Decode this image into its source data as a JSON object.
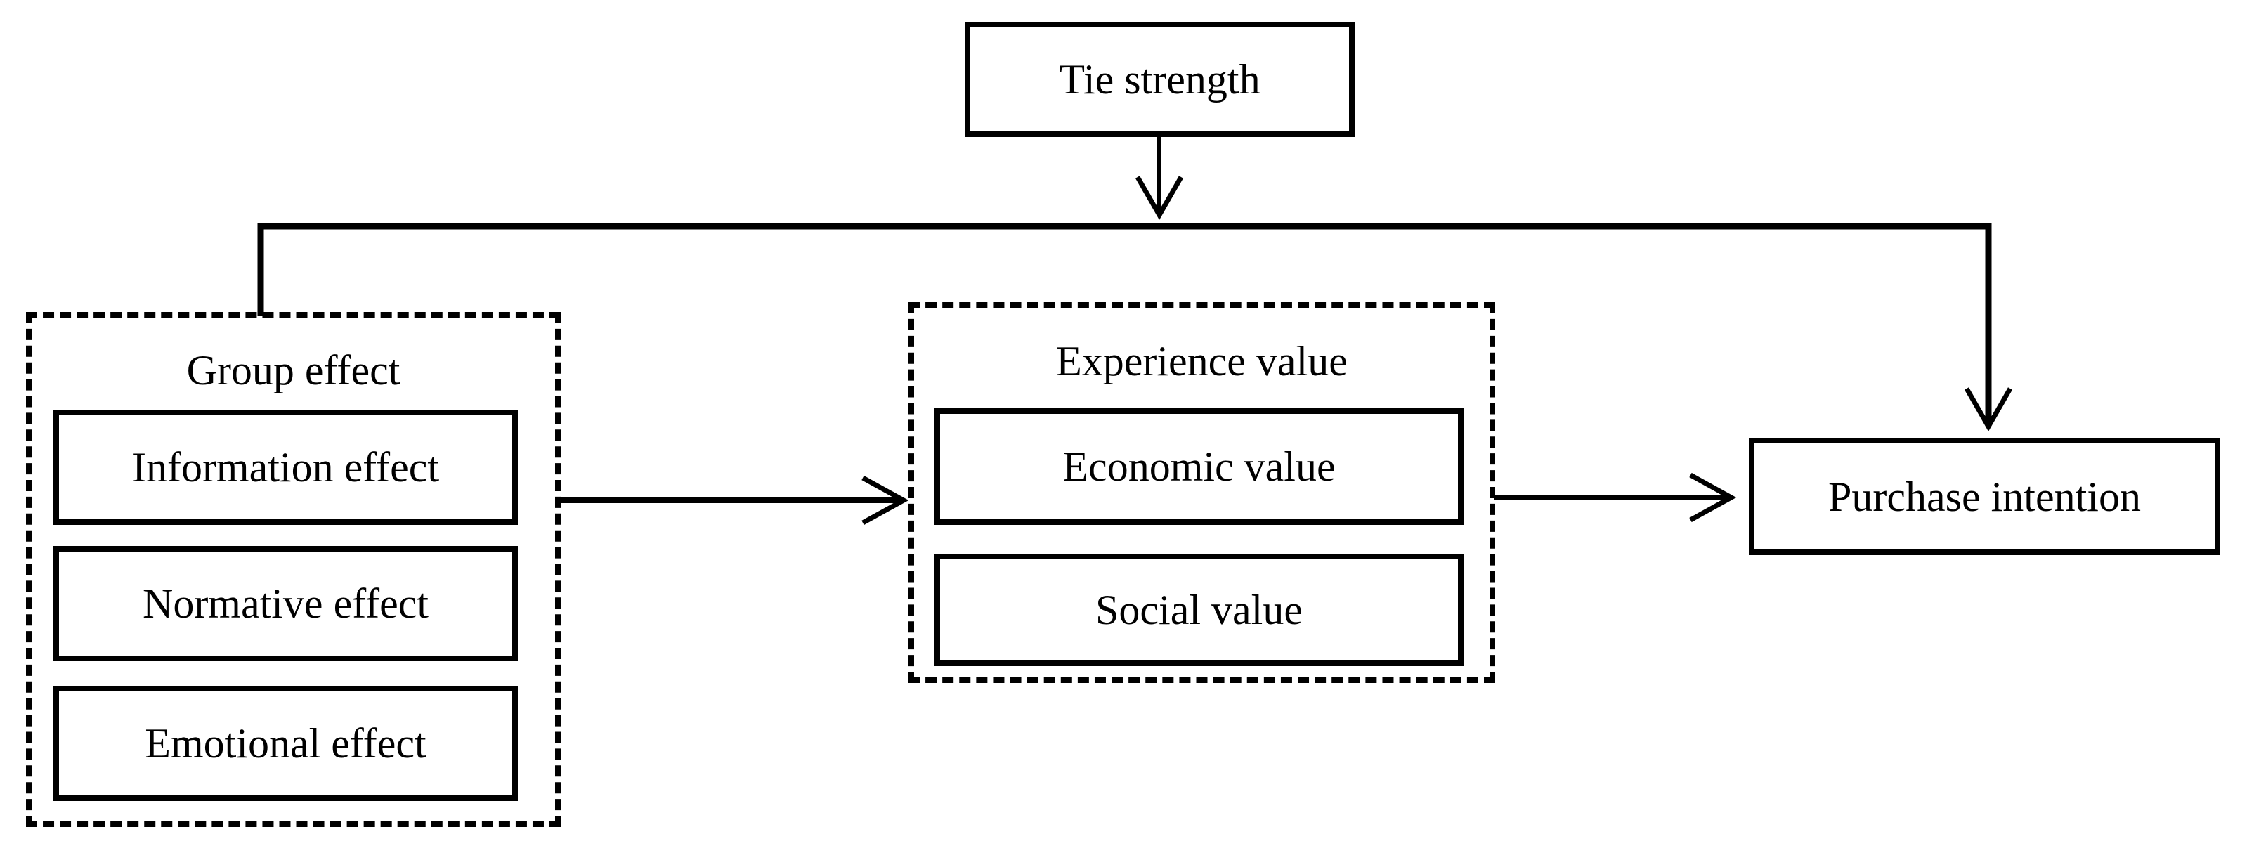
{
  "diagram": {
    "tie_strength": {
      "label": "Tie strength"
    },
    "group_effect": {
      "title": "Group effect",
      "items": [
        {
          "label": "Information effect"
        },
        {
          "label": "Normative effect"
        },
        {
          "label": "Emotional effect"
        }
      ]
    },
    "experience_value": {
      "title": "Experience value",
      "items": [
        {
          "label": "Economic value"
        },
        {
          "label": "Social value"
        }
      ]
    },
    "purchase_intention": {
      "label": "Purchase intention"
    },
    "edges": [
      {
        "from": "tie_strength",
        "to": "group_effect",
        "style": "arrow-down"
      },
      {
        "from": "tie_strength",
        "to": "purchase_intention",
        "style": "arrow-down"
      },
      {
        "from": "group_effect",
        "to": "experience_value",
        "style": "arrow-right"
      },
      {
        "from": "experience_value",
        "to": "purchase_intention",
        "style": "arrow-right"
      }
    ],
    "colors": {
      "line": "#000000",
      "background": "#ffffff",
      "text": "#000000"
    }
  }
}
